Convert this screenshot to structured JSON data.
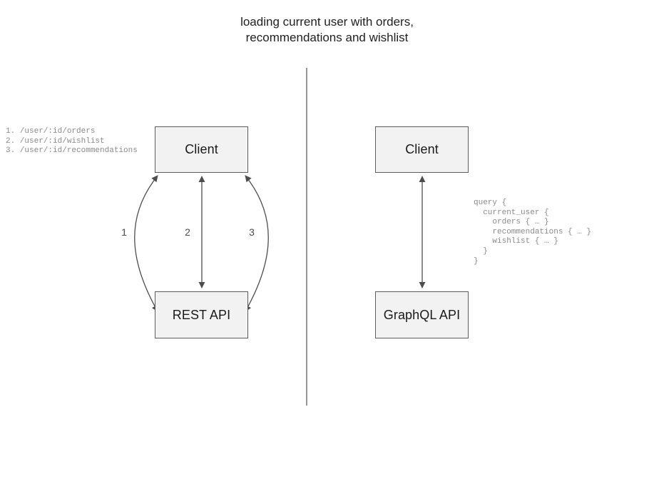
{
  "title": "loading current user with orders,\nrecommendations and wishlist",
  "colors": {
    "box_fill": "#f2f2f2",
    "box_border": "#5c5c5c",
    "stroke": "#4d4d4d",
    "code_text": "#8a8a8a",
    "title_text": "#1f1f1f",
    "divider": "#7a7a7a",
    "background": "#ffffff"
  },
  "left_panel": {
    "name": "rest-approach",
    "client_label": "Client",
    "api_label": "REST API",
    "endpoints_text": "1. /user/:id/orders\n2. /user/:id/wishlist\n3. /user/:id/recommendations",
    "endpoints": [
      {
        "number": "1.",
        "path": "/user/:id/orders"
      },
      {
        "number": "2.",
        "path": "/user/:id/wishlist"
      },
      {
        "number": "3.",
        "path": "/user/:id/recommendations"
      }
    ],
    "edges": [
      {
        "label": "1",
        "shape": "curve-left",
        "arrowheads": "both"
      },
      {
        "label": "2",
        "shape": "straight",
        "arrowheads": "both"
      },
      {
        "label": "3",
        "shape": "curve-right",
        "arrowheads": "both"
      }
    ]
  },
  "right_panel": {
    "name": "graphql-approach",
    "client_label": "Client",
    "api_label": "GraphQL API",
    "query_text": "query {\n  current_user {\n    orders { … }\n    recommendations { … }\n    wishlist { … }\n  }\n}",
    "edges": [
      {
        "label": "",
        "shape": "straight",
        "arrowheads": "both"
      }
    ]
  },
  "divider": {
    "name": "panel-divider",
    "orientation": "vertical"
  }
}
